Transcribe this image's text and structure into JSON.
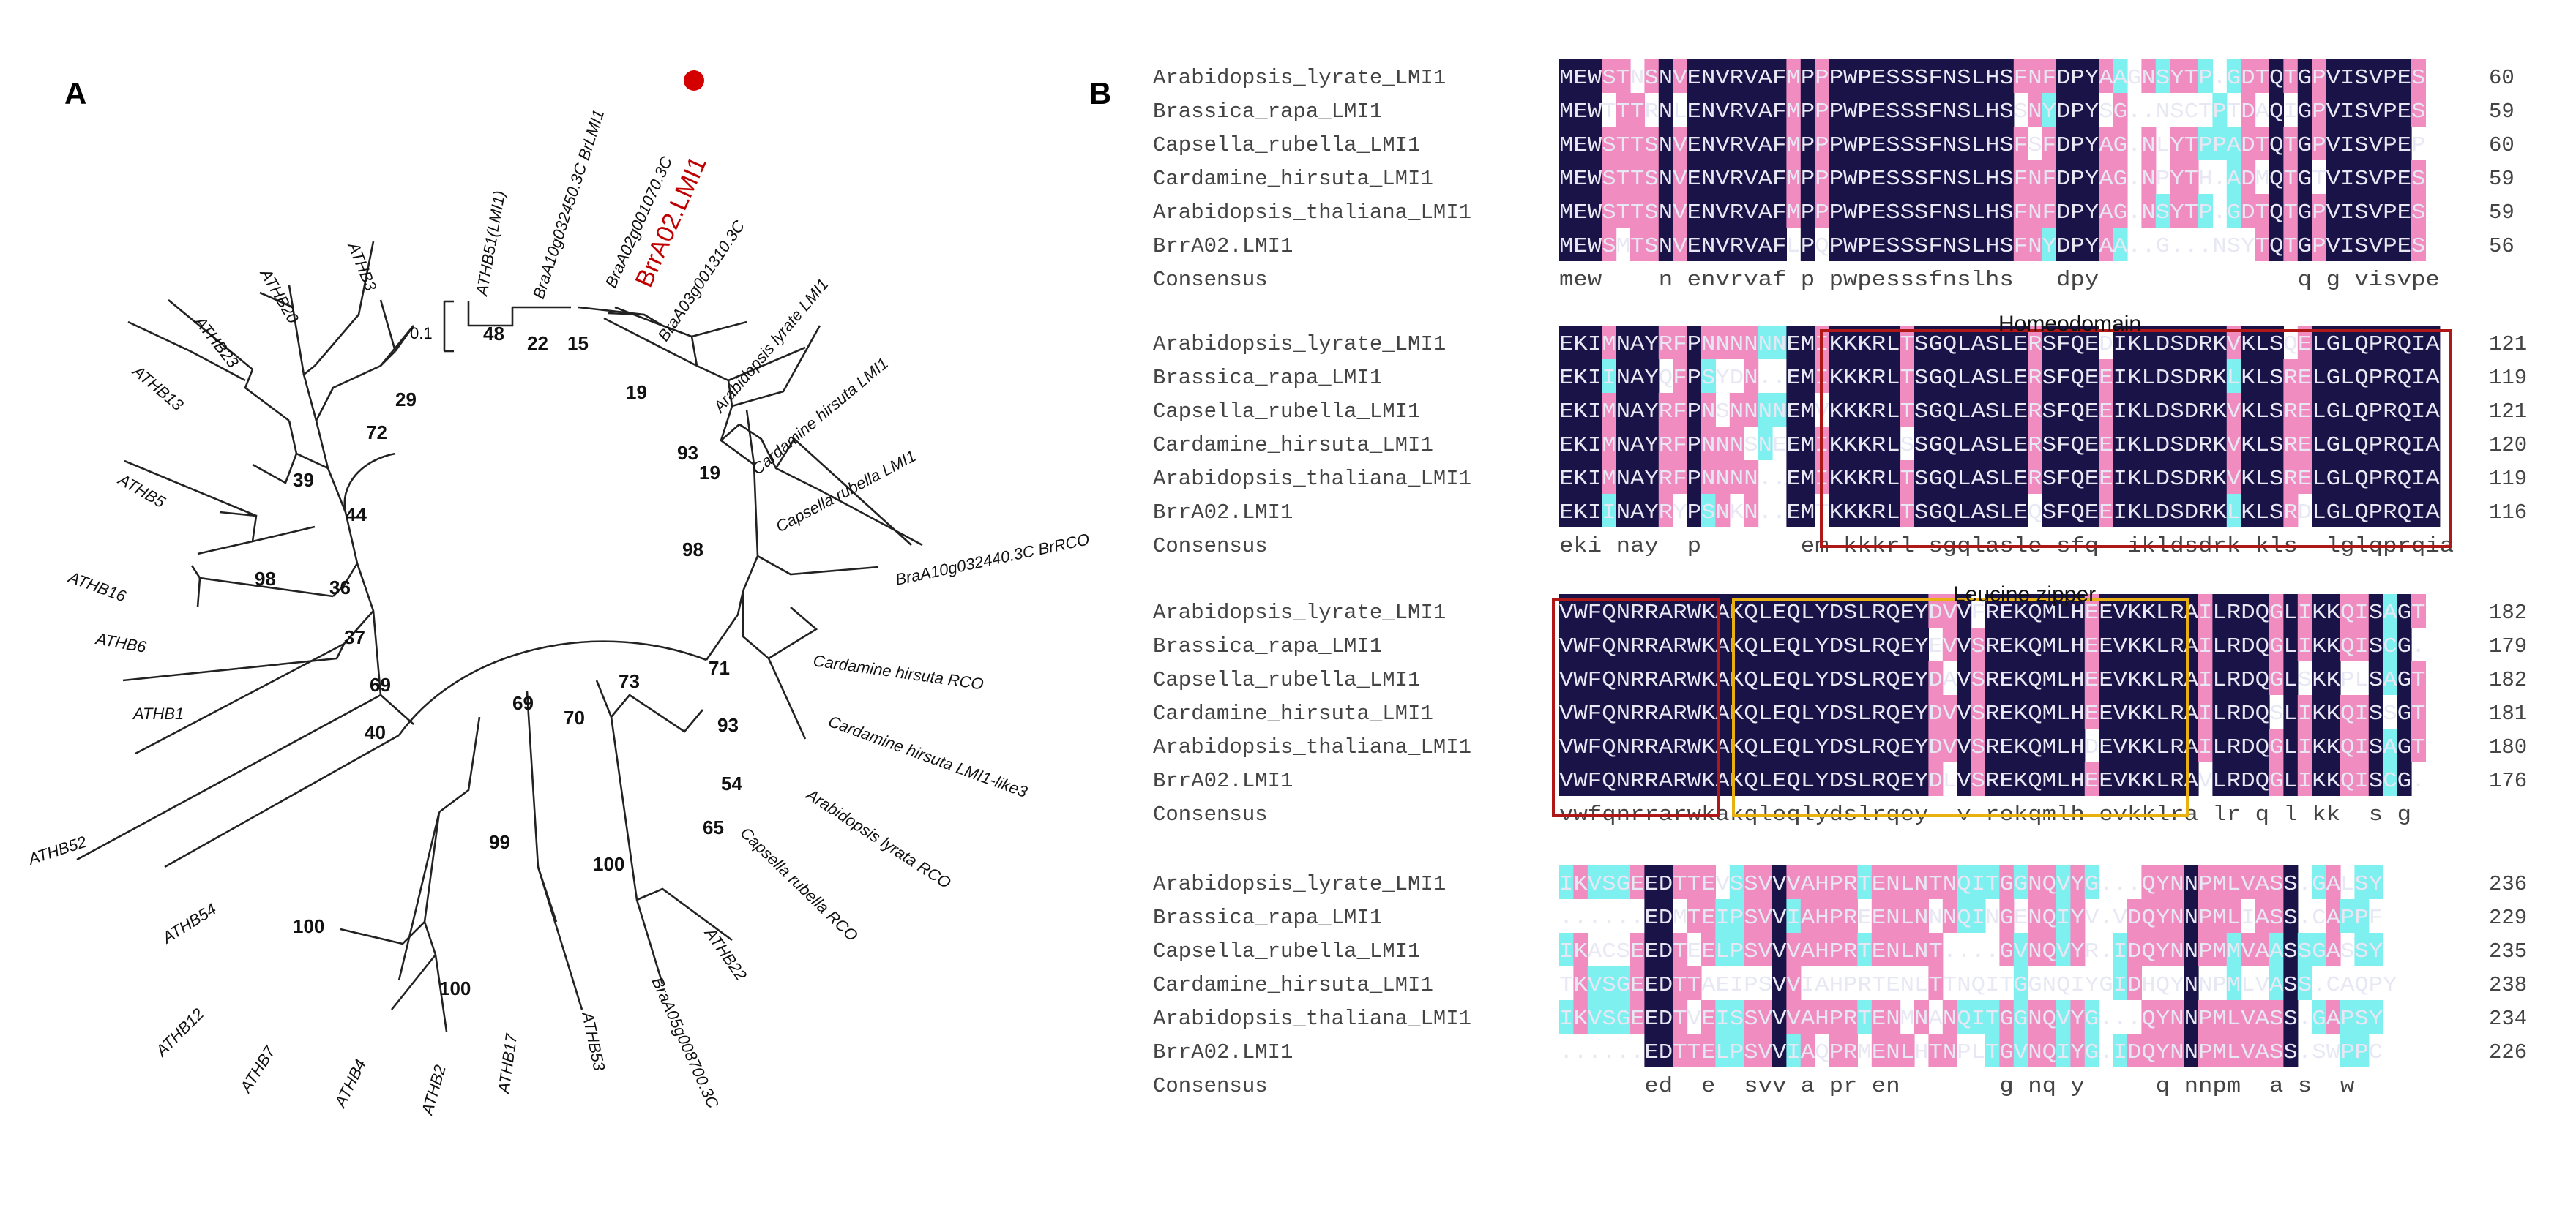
{
  "panel_labels": {
    "a": "A",
    "b": "B"
  },
  "tree": {
    "scale_label": "0.1",
    "marker_color": "#d40000",
    "highlight_color": "#c00000",
    "leaves": [
      "ATHB51(LMI1)",
      "BraA10g032450.3C BrLMI1",
      "BraA02g001070.3C",
      "BrrA02.LMI1",
      "BraA03g001310.3C",
      "Arabidopsis lyrate LMI1",
      "Cardamine hirsuta LMI1",
      "Capsella rubella LMI1",
      "BraA10g032440.3C BrRCO",
      "Cardamine hirsuta RCO",
      "Cardamine hirsuta LMI1-like3",
      "Arabidopsis lyrata RCO",
      "Capsella rubella RCO",
      "ATHB22",
      "BraA05g008700.3C",
      "ATHB53",
      "ATHB17",
      "ATHB2",
      "ATHB4",
      "ATHB7",
      "ATHB12",
      "ATHB54",
      "ATHB52",
      "ATHB1",
      "ATHB6",
      "ATHB16",
      "ATHB5",
      "ATHB13",
      "ATHB23",
      "ATHB20",
      "ATHB3"
    ],
    "bootstraps": [
      "48",
      "22",
      "15",
      "19",
      "93",
      "19",
      "98",
      "71",
      "93",
      "54",
      "65",
      "73",
      "70",
      "100",
      "69",
      "99",
      "100",
      "100",
      "40",
      "69",
      "37",
      "98",
      "36",
      "44",
      "39",
      "72",
      "29"
    ]
  },
  "alignment": {
    "colors": {
      "identical": "#1a1348",
      "similar": "#f08cc0",
      "partial": "#7ff0f0",
      "domain_box": "#b01818",
      "zipper_box": "#e8b010"
    },
    "domain_labels": {
      "homeodomain": "Homeodomain",
      "leucine_zipper": "Leucine zipper"
    },
    "consensus_label": "Consensus",
    "blocks": [
      {
        "rows": [
          {
            "name": "Arabidopsis_lyrate_LMI1",
            "seq": "MEWSTNSNVENVRVAFMPPPWPESSSFNSLHSFNFDPYAAGNSYTP.GDTQTGPVISVPES",
            "num": "60"
          },
          {
            "name": "Brassica_rapa_LMI1",
            "seq": "MEWTTTRNLENVRVAFMPPPWPESSSFNSLHSSNYDPYSG..NSCTPTDAQIGPVISVPES",
            "num": "59"
          },
          {
            "name": "Capsella_rubella_LMI1",
            "seq": "MEWSTTSNVENVRVAFMPPPWPESSSFNSLHSFSFDPYAG.NLYTPPADTQTGPVISVPEP",
            "num": "60"
          },
          {
            "name": "Cardamine_hirsuta_LMI1",
            "seq": "MEWSTTSNVENVRVAFMPPPWPESSSFNSLHSFNFDPYAG.NPYTH.ADMQTGTVISVPES",
            "num": "59"
          },
          {
            "name": "Arabidopsis_thaliana_LMI1",
            "seq": "MEWSTTSNVENVRVAFMPPPWPESSSFNSLHSFNFDPYAG.NSYTP.GDTQTGPVISVPES",
            "num": "59"
          },
          {
            "name": "BrrA02.LMI1",
            "seq": "MEWSMTSNVENVRVAFLPQPWPESSSFNSLHSFNYDPYAA..G...NSYTQTGPVISVPES",
            "num": "56"
          }
        ],
        "consensus": "mew    n envrvaf p pwpesssfnslhs   dpy              q g visvpe"
      },
      {
        "rows": [
          {
            "name": "Arabidopsis_lyrate_LMI1",
            "seq": "EKIMNAYRFPNNNNNNEMIKKKRLTSGQLASLERSFQEDIKLDSDRKVKLSQELGLQPRQIA",
            "num": "121"
          },
          {
            "name": "Brassica_rapa_LMI1",
            "seq": "EKIINAYQFPSYDN..EMIKKKRLTSGQLASLERSFQEEIKLDSDRKLKLSRELGLQPRQIA",
            "num": "119"
          },
          {
            "name": "Capsella_rubella_LMI1",
            "seq": "EKIMNAYRFPNSNNNNEMVKKKRLTSGQLASLERSFQEEIKLDSDRKVKLSRELGLQPRQIA",
            "num": "121"
          },
          {
            "name": "Cardamine_hirsuta_LMI1",
            "seq": "EKIMNAYRFPNNNSNEEMIKKKRLSSGQLASLERSFQEEIKLDSDRKVKLSRELGLQPRQIA",
            "num": "120"
          },
          {
            "name": "Arabidopsis_thaliana_LMI1",
            "seq": "EKIMNAYRFPNNNN..EMIKKKRLTSGQLASLERSFQEEIKLDSDRKVKLSRELGLQPRQIA",
            "num": "119"
          },
          {
            "name": "BrrA02.LMI1",
            "seq": "EKIINAYRYPSNKN..EMTKKKRLTSGQLASLEQSFQEEIKLDSDRKLKLSRDLGLQPRQIA",
            "num": "116"
          }
        ],
        "consensus": "eki nay  p       em kkkrl sgqlasle sfq  ikldsdrk kls  lglqprqia"
      },
      {
        "rows": [
          {
            "name": "Arabidopsis_lyrate_LMI1",
            "seq": "VWFQNRRARWKAKQLEQLYDSLRQEYDVVFREKQMLHEEVKKLRAILRDQGLIKKQISAGT",
            "num": "182"
          },
          {
            "name": "Brassica_rapa_LMI1",
            "seq": "VWFQNRRARWKAKQLEQLYDSLRQEYEVVSREKQMLHEEVKKLRAILRDQGLIKKQISCG.",
            "num": "179"
          },
          {
            "name": "Capsella_rubella_LMI1",
            "seq": "VWFQNRRARWKAKQLEQLYDSLRQEYDAVSREKQMLHEEVKKLRAILRDQGLSKKPLSAGT",
            "num": "182"
          },
          {
            "name": "Cardamine_hirsuta_LMI1",
            "seq": "VWFQNRRARWKAKQLEQLYDSLRQEYDVVSREKQMLHEEVKKLRAILRDQSLIKKQISSGT",
            "num": "181"
          },
          {
            "name": "Arabidopsis_thaliana_LMI1",
            "seq": "VWFQNRRARWKAKQLEQLYDSLRQEYDVVSREKQMLHDEVKKLRAILRDQGLIKKQISAGT",
            "num": "180"
          },
          {
            "name": "BrrA02.LMI1",
            "seq": "VWFQNRRARWKAKQLEQLYDSLRQEYDLVSREKQMLHEEVKKLRAVLRDQGLIKKQISCG.",
            "num": "176"
          }
        ],
        "consensus": "vwfqnrrarwkakqleqlydslrqey  v rekqmlh evkklra lr q l kk  s g"
      },
      {
        "rows": [
          {
            "name": "Arabidopsis_lyrate_LMI1",
            "seq": "IKVSGEEDTTEVSSVVVAHPRTENLNTNQITGGNQVYG...QYNNPMLVASS.GALSY",
            "num": "236"
          },
          {
            "name": "Brassica_rapa_LMI1",
            "seq": "......EDMTEIPSVVIAHPREENLNNNQINGENQIYV.VDQYNNPMLIASS.CAPPF",
            "num": "229"
          },
          {
            "name": "Capsella_rubella_LMI1",
            "seq": "IKACSEEDTEELPSVVVAHPRTENLNT....GVNQVYR.IDQYNNPMMVAASSGASSY",
            "num": "235"
          },
          {
            "name": "Cardamine_hirsuta_LMI1",
            "seq": "TKVSGEEDTTAEIPSVVIAHPRTENLTTNQITGGNQIYGIDHQYNNPMLVASS.CAQPY",
            "num": "238"
          },
          {
            "name": "Arabidopsis_thaliana_LMI1",
            "seq": "IKVSGEEDTVEISSVVVAHPRTENMNANQITGGNQVYG...QYNNPMLVASS.GAPSY",
            "num": "234"
          },
          {
            "name": "BrrA02.LMI1",
            "seq": "......EDTTELPSVVIAQPRMENLHTNPLTGVNQIYG.IDQYNNPMLVASS.SWPPC",
            "num": "226"
          }
        ],
        "consensus": "      ed  e  svv a pr en       g nq y     q nnpm  a s  w"
      }
    ]
  }
}
